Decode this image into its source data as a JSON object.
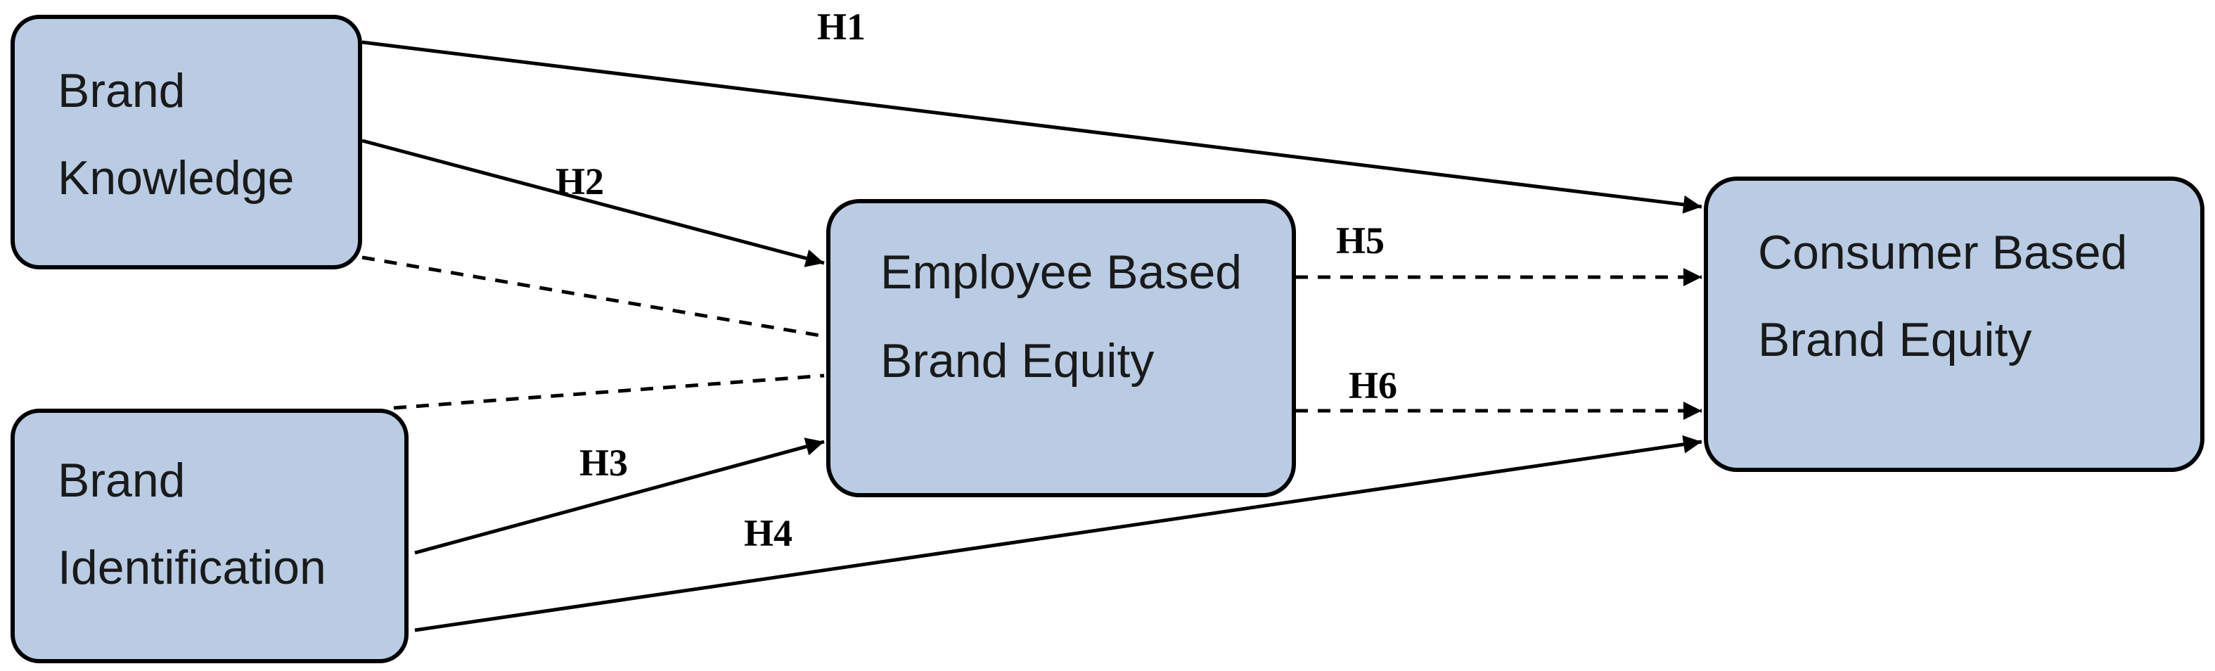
{
  "nodes": {
    "brand_knowledge": {
      "lines": [
        "Brand",
        "Knowledge"
      ]
    },
    "brand_identification": {
      "lines": [
        "Brand",
        "Identification"
      ]
    },
    "employee_equity": {
      "lines": [
        "Employee Based",
        "Brand Equity"
      ]
    },
    "consumer_equity": {
      "lines": [
        "Consumer Based",
        "Brand Equity"
      ]
    }
  },
  "hypotheses": {
    "h1": "H1",
    "h2": "H2",
    "h3": "H3",
    "h4": "H4",
    "h5": "H5",
    "h6": "H6"
  },
  "colors": {
    "box_fill": "#b9cce4",
    "box_stroke": "#000000",
    "line": "#000000"
  }
}
